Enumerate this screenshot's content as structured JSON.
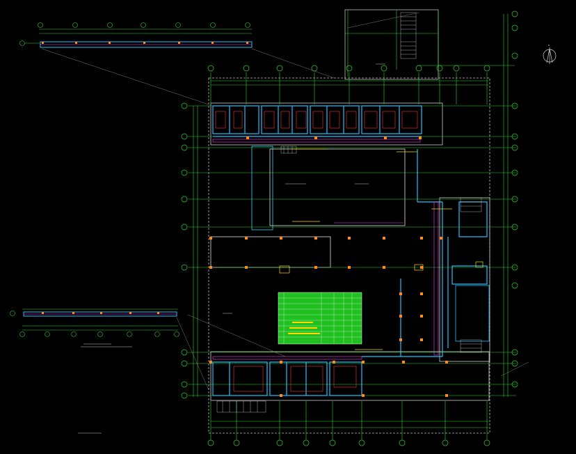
{
  "drawing": {
    "background": "#000000",
    "colors": {
      "axis": "#2bd82b",
      "wall": "#22c0ff",
      "dim": "#d0d0d0",
      "column": "#ff8a1e",
      "equip": "#ff3333",
      "hatch": "#ff40ff",
      "text": "#ffffff",
      "label": "#ffd800",
      "table_bg": "#20c020"
    },
    "north_icon": "north-arrow-icon",
    "north_label": "N",
    "table_rows": 9,
    "table_cols": 6
  }
}
